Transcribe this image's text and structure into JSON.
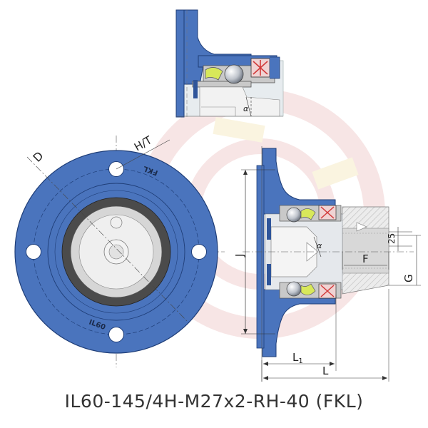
{
  "labels": {
    "D": "D",
    "HT": "H/T",
    "J": "J",
    "alpha_top": "α",
    "alpha_mid": "α",
    "dim_25": "25",
    "F": "F",
    "G": "G",
    "L1": "L",
    "L1_sub": "1",
    "L": "L",
    "brand_top": "FKL",
    "brand_bottom": "IL60"
  },
  "caption": "IL60-145/4H-M27x2-RH-40 (FKL)",
  "colors": {
    "housing": "#4a74bd",
    "housing_dark": "#2f559a",
    "seal_ring": "#4b4b4b",
    "bore": "#d6d6d6",
    "shaft_face": "#eeeeee",
    "steel": "#c9c9c9",
    "cage": "#d8e85a",
    "seal_red": "#d23a3a",
    "watermark": "#f3d7d7"
  }
}
